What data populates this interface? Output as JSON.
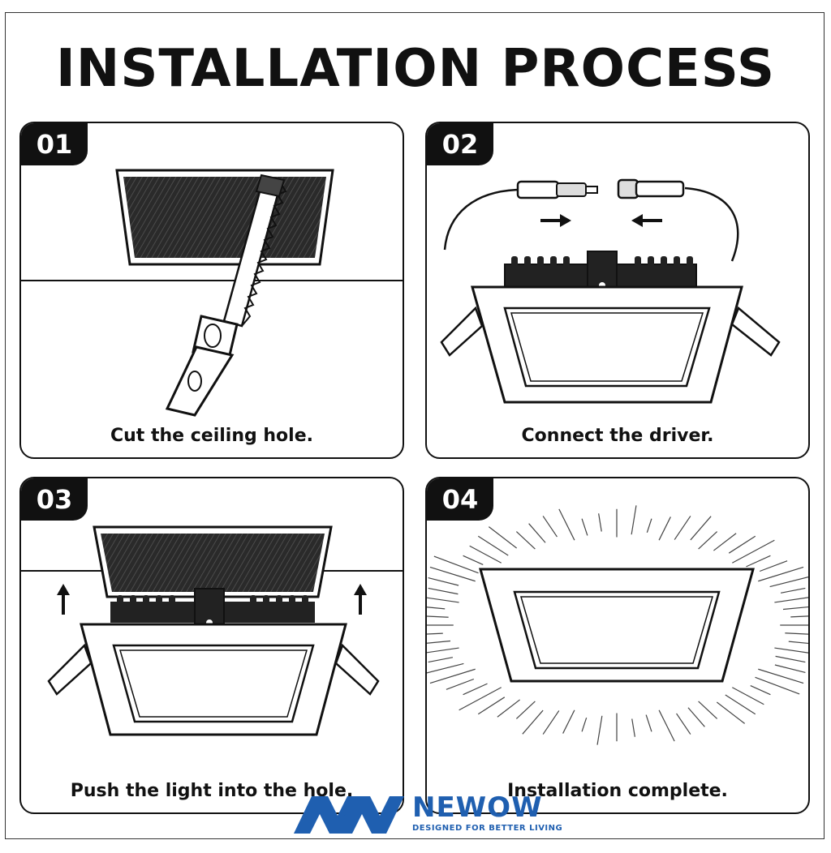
{
  "title": "INSTALLATION PROCESS",
  "steps": [
    {
      "number": "01",
      "caption": "Cut the ceiling hole."
    },
    {
      "number": "02",
      "caption": "Connect the driver."
    },
    {
      "number": "03",
      "caption": "Push the light into the hole."
    },
    {
      "number": "04",
      "caption": "Installation complete."
    }
  ],
  "brand": {
    "name": "NEWOW",
    "tagline": "DESIGNED FOR BETTER LIVING",
    "color": "#1f5fb0"
  },
  "icons": [
    "saw-icon",
    "connector-icon",
    "arrow-icon",
    "panel-light-icon",
    "light-rays-icon"
  ]
}
